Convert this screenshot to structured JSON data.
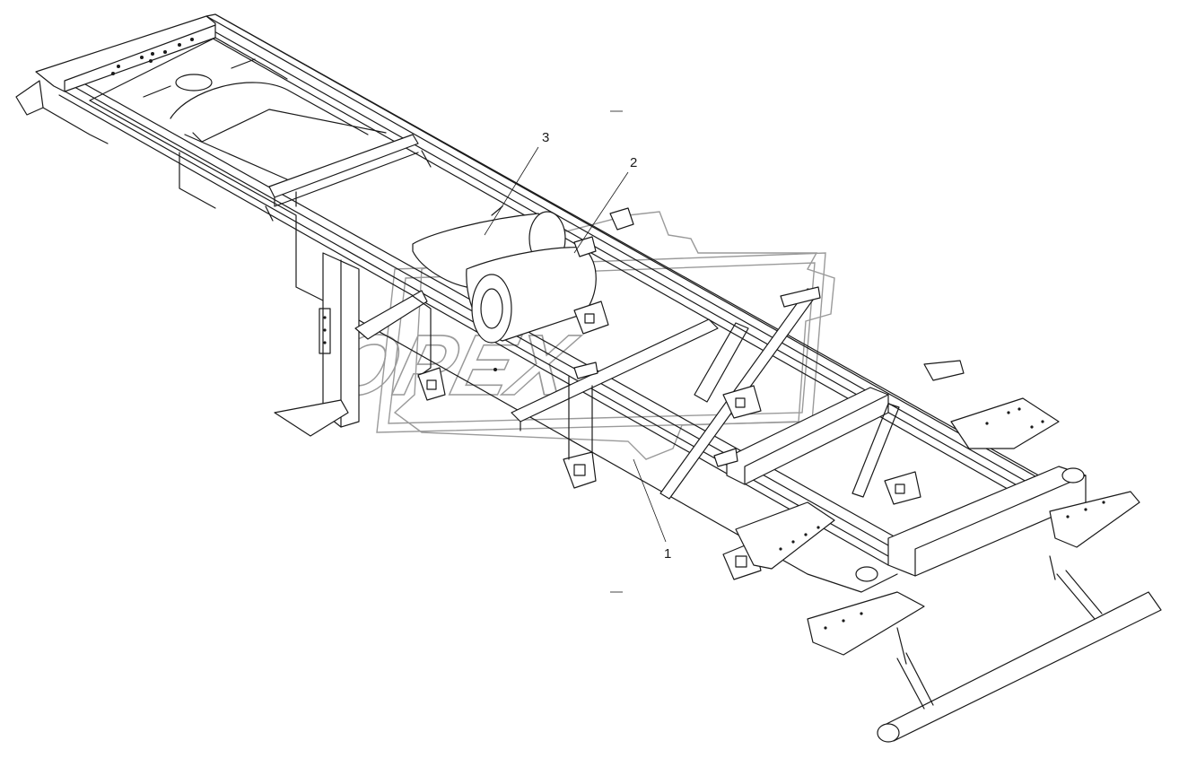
{
  "diagram": {
    "callouts": [
      {
        "id": "callout-1",
        "text": "1"
      },
      {
        "id": "callout-2",
        "text": "2"
      },
      {
        "id": "callout-3",
        "text": "3"
      }
    ],
    "watermark": {
      "text": "OPEX"
    }
  }
}
